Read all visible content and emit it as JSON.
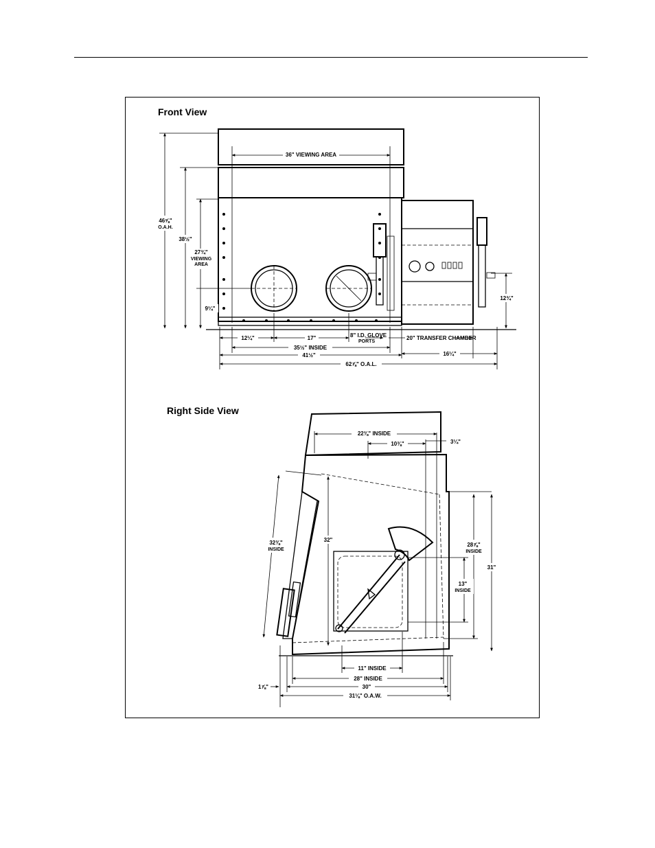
{
  "front_view": {
    "title": "Front View",
    "dimensions": {
      "viewing_area_width": "36\" VIEWING AREA",
      "overall_height": "46⅝\"",
      "overall_height_note": "O.A.H.",
      "height_38": "38½\"",
      "viewing_area_height": "27¾\"",
      "viewing_area_height_note_1": "VIEWING",
      "viewing_area_height_note_2": "AREA",
      "port_height": "9¼\"",
      "chamber_height": "12¾\"",
      "port_offset": "12¼\"",
      "port_spacing": "17\"",
      "glove_port_size": "8\" I.D. GLOVE",
      "glove_port_note": "PORTS",
      "transfer_chamber": "20\" TRANSFER CHAMBER",
      "inside_width": "35½\" INSIDE",
      "width_41": "41½\"",
      "width_16": "16¼\"",
      "overall_length": "62⅞\" O.A.L."
    }
  },
  "side_view": {
    "title": "Right Side View",
    "dimensions": {
      "top_inside": "22⅜\" INSIDE",
      "top_offset": "10⅜\"",
      "top_edge": "3¼\"",
      "window_length": "32⅜\"",
      "window_length_note": "INSIDE",
      "height_32": "32\"",
      "inside_height": "28⅞\"",
      "inside_height_note": "INSIDE",
      "door_height": "13\"",
      "door_height_note": "INSIDE",
      "overall_height": "31\"",
      "door_width": "11\" INSIDE",
      "inside_depth": "28\" INSIDE",
      "depth_30": "30\"",
      "overall_width": "31⅛\" O.A.W.",
      "lip": "1⅞\""
    }
  }
}
